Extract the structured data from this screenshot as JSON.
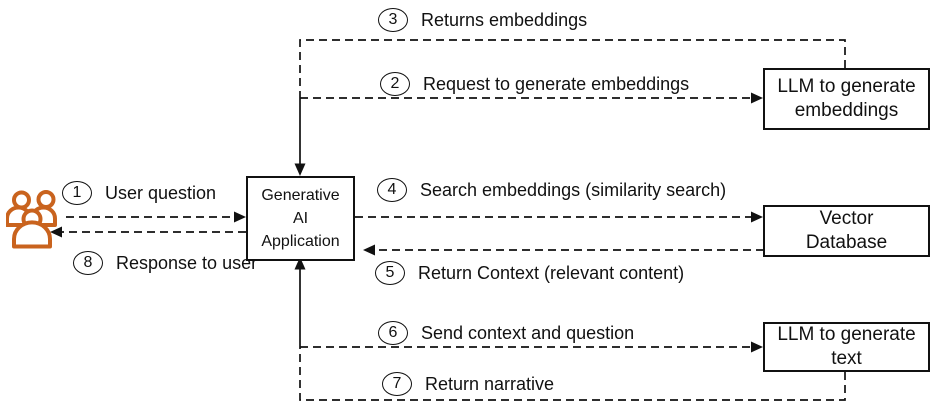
{
  "colors": {
    "line": "#111111",
    "node_border": "#111111",
    "node_background": "#ffffff",
    "actor_icon": "#C9631E",
    "background": "#ffffff"
  },
  "actor": {
    "icon": "users-group"
  },
  "nodes": {
    "app": {
      "lines": [
        "Generative",
        "AI",
        "Application"
      ]
    },
    "llm_embeddings": {
      "lines": [
        "LLM to generate",
        "embeddings"
      ]
    },
    "vector_db": {
      "lines": [
        "Vector",
        "Database"
      ]
    },
    "llm_text": {
      "lines": [
        "LLM to generate",
        "text"
      ]
    }
  },
  "steps": [
    {
      "num": "1",
      "label": "User question"
    },
    {
      "num": "2",
      "label": "Request to generate embeddings"
    },
    {
      "num": "3",
      "label": "Returns embeddings"
    },
    {
      "num": "4",
      "label": "Search embeddings (similarity search)"
    },
    {
      "num": "5",
      "label": "Return Context (relevant content)"
    },
    {
      "num": "6",
      "label": "Send context and question"
    },
    {
      "num": "7",
      "label": "Return narrative"
    },
    {
      "num": "8",
      "label": "Response to user"
    }
  ]
}
